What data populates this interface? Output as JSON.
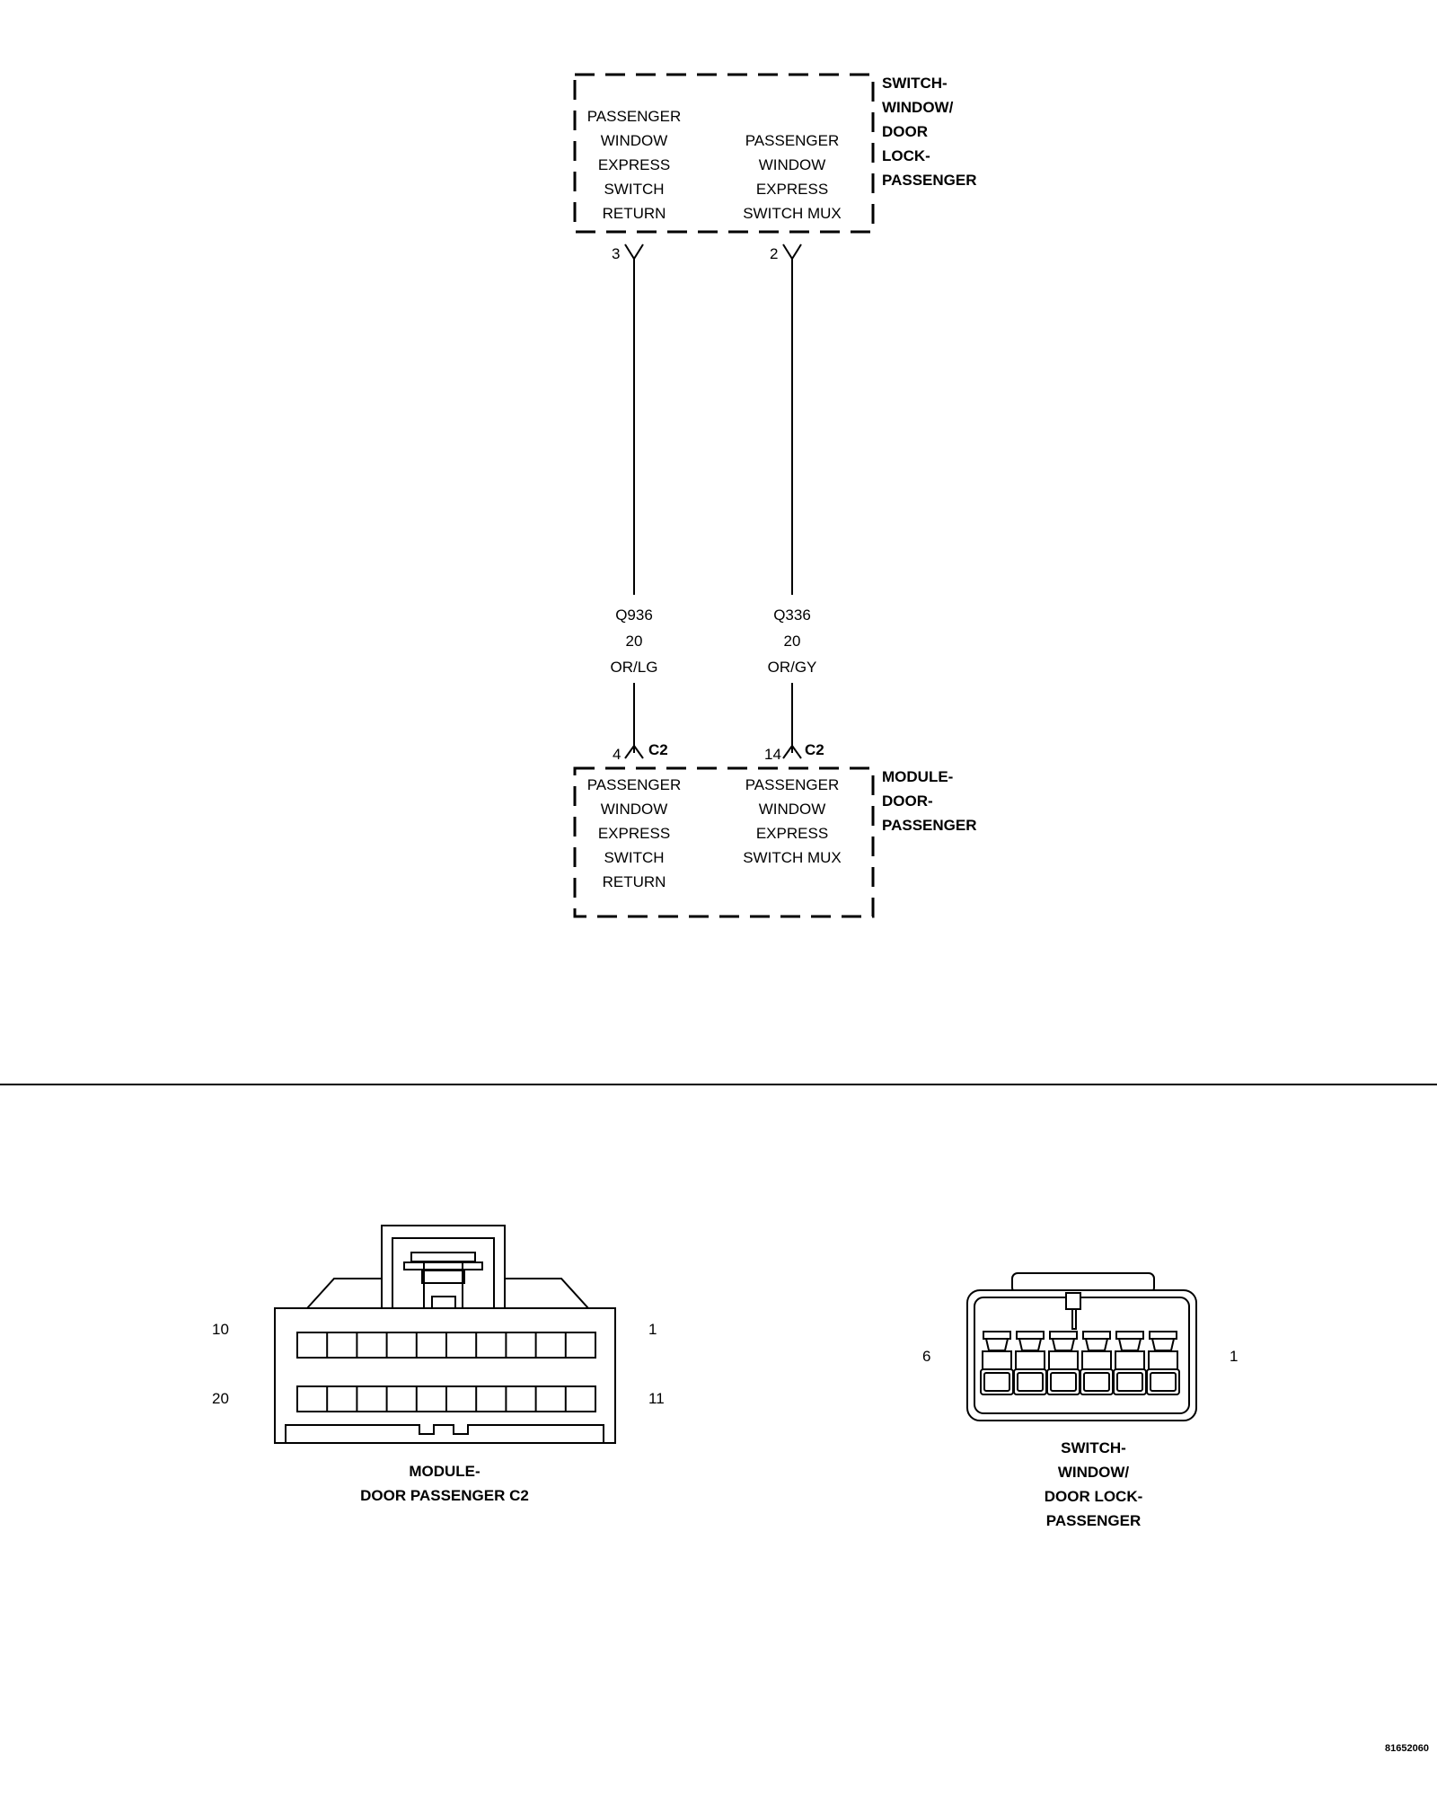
{
  "switch_component": {
    "title_lines": [
      "SWITCH-",
      "WINDOW/",
      "DOOR",
      "LOCK-",
      "PASSENGER"
    ],
    "left_circuit_lines": [
      "PASSENGER",
      "WINDOW",
      "EXPRESS",
      "SWITCH",
      "RETURN"
    ],
    "right_circuit_lines": [
      "PASSENGER",
      "WINDOW",
      "EXPRESS",
      "SWITCH MUX"
    ],
    "left_pin": "3",
    "right_pin": "2"
  },
  "wires": [
    {
      "circuit": "Q936",
      "gauge": "20",
      "color": "OR/LG"
    },
    {
      "circuit": "Q336",
      "gauge": "20",
      "color": "OR/GY"
    }
  ],
  "module_component": {
    "title_lines": [
      "MODULE-",
      "DOOR-",
      "PASSENGER"
    ],
    "left_circuit_lines": [
      "PASSENGER",
      "WINDOW",
      "EXPRESS",
      "SWITCH",
      "RETURN"
    ],
    "right_circuit_lines": [
      "PASSENGER",
      "WINDOW",
      "EXPRESS",
      "SWITCH MUX"
    ],
    "left_pin": "4",
    "right_pin": "14",
    "connector": "C2"
  },
  "connector_views": {
    "module": {
      "pin_top_left": "10",
      "pin_top_right": "1",
      "pin_bottom_left": "20",
      "pin_bottom_right": "11",
      "caption_lines": [
        "MODULE-",
        "DOOR PASSENGER C2"
      ]
    },
    "switch": {
      "pin_left": "6",
      "pin_right": "1",
      "caption_lines": [
        "SWITCH-",
        "WINDOW/",
        "DOOR LOCK-",
        "PASSENGER"
      ]
    }
  },
  "figure_id": "81652060"
}
